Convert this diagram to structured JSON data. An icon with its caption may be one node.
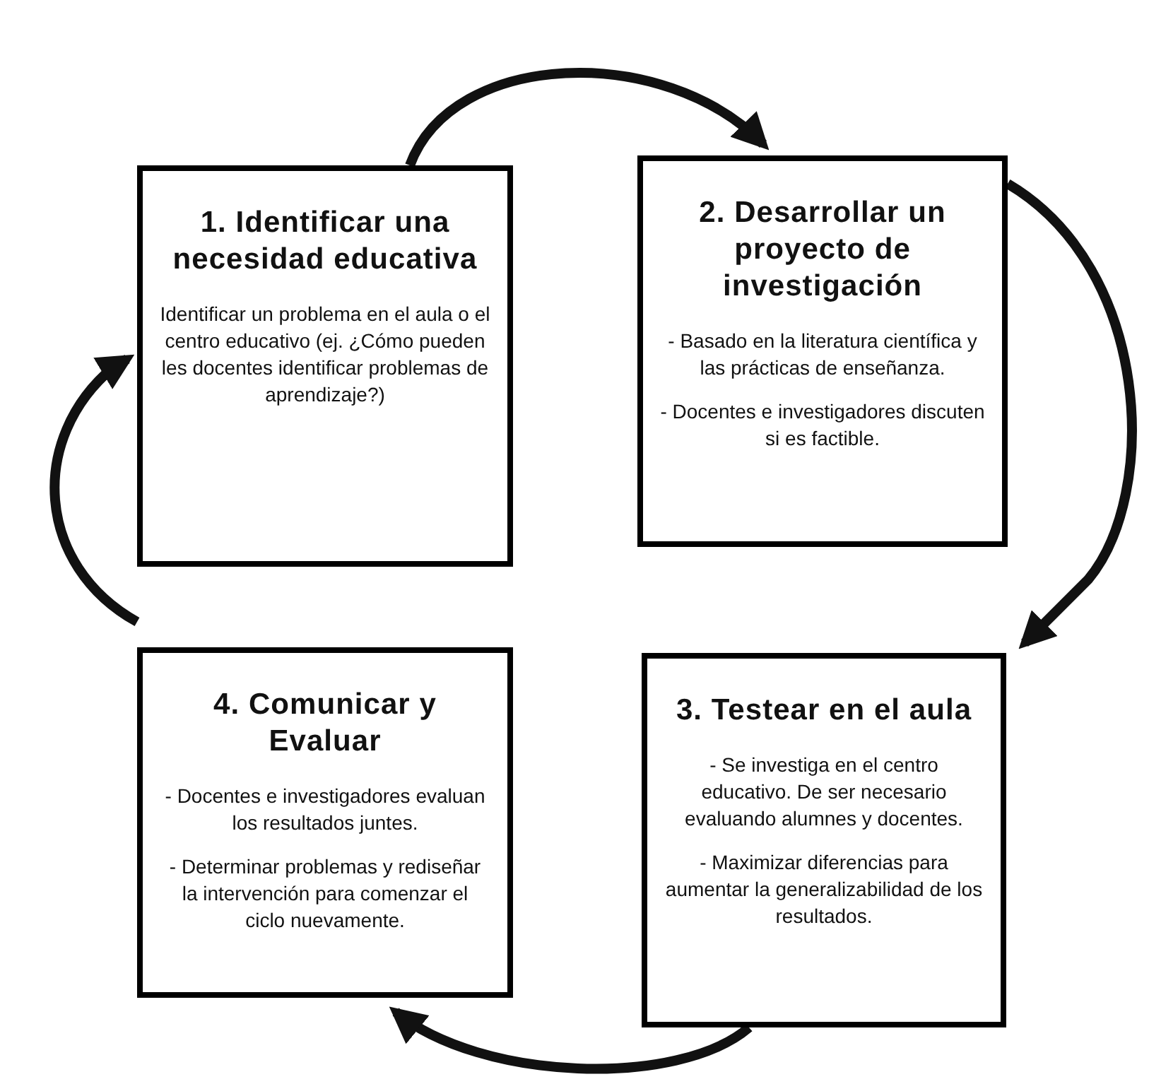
{
  "diagram": {
    "nodes": [
      {
        "text": [
          "1. Identificar una necesidad educativa",
          "Identificar un problema en el aula o el centro educativo (ej. ¿Cómo pueden les docentes identificar problemas de aprendizaje?)"
        ]
      },
      {
        "text": [
          "2. Desarrollar un proyecto de investigación",
          "- Basado en la literatura científica y las prácticas de enseñanza.",
          "- Docentes e investigadores discuten si es factible."
        ]
      },
      {
        "text": [
          "3. Testear en el aula",
          "- Se investiga en el centro educativo. De ser necesario evaluando alumnes y docentes.",
          "- Maximizar diferencias para aumentar la generalizabilidad de los resultados."
        ]
      },
      {
        "text": [
          "4. Comunicar y Evaluar",
          "- Docentes e investigadores evaluan los resultados juntes.",
          "- Determinar problemas y rediseñar la intervención para comenzar el ciclo nuevamente."
        ]
      }
    ],
    "edges": [
      {
        "from": 0,
        "to": 1,
        "arrow": "to"
      },
      {
        "from": 1,
        "to": 2,
        "arrow": "to"
      },
      {
        "from": 2,
        "to": 3,
        "arrow": "to"
      },
      {
        "from": 3,
        "to": 0,
        "arrow": "to"
      }
    ]
  }
}
